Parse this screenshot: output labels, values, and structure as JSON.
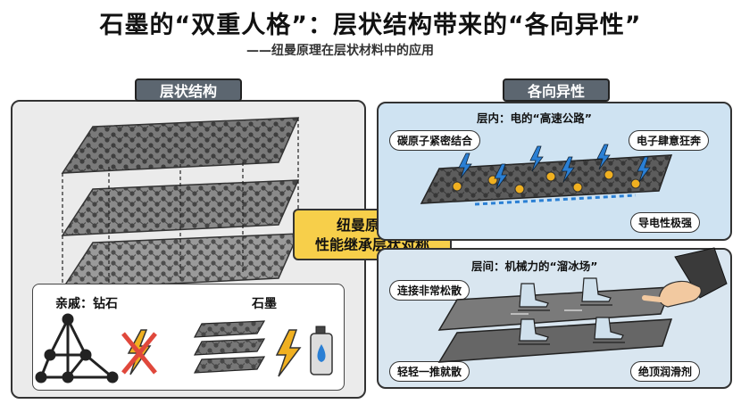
{
  "title": "石墨的“双重人格”：层状结构带来的“各向异性”",
  "subtitle": "——纽曼原理在层状材料中的应用",
  "left_panel": {
    "tab": "层状结构",
    "callout": {
      "line1": "纽曼原理：",
      "line2": "性能继承层状对称"
    },
    "inset": {
      "relative_label": "亲戚：钻石",
      "graphite_label": "石墨"
    }
  },
  "right_panel": {
    "tab": "各向异性",
    "in_layer": {
      "header": "层内：电的“高速公路”",
      "bubble_left": "碳原子紧密结合",
      "bubble_right": "电子肆意狂奔",
      "bubble_bottom": "导电性极强"
    },
    "between_layers": {
      "header": "层间：机械力的“溜冰场”",
      "bubble_top": "连接非常松散",
      "bubble_bottom_left": "轻轻一推就散",
      "bubble_bottom_right": "绝顶润滑剂"
    }
  },
  "colors": {
    "tab_bg": "#5c6670",
    "callout_bg": "#f7cf4a",
    "in_layer_bg": "#cfe3f2",
    "between_bg": "#d9e6f0",
    "bolt": "#2a7fd4",
    "electron": "#f0b020"
  }
}
